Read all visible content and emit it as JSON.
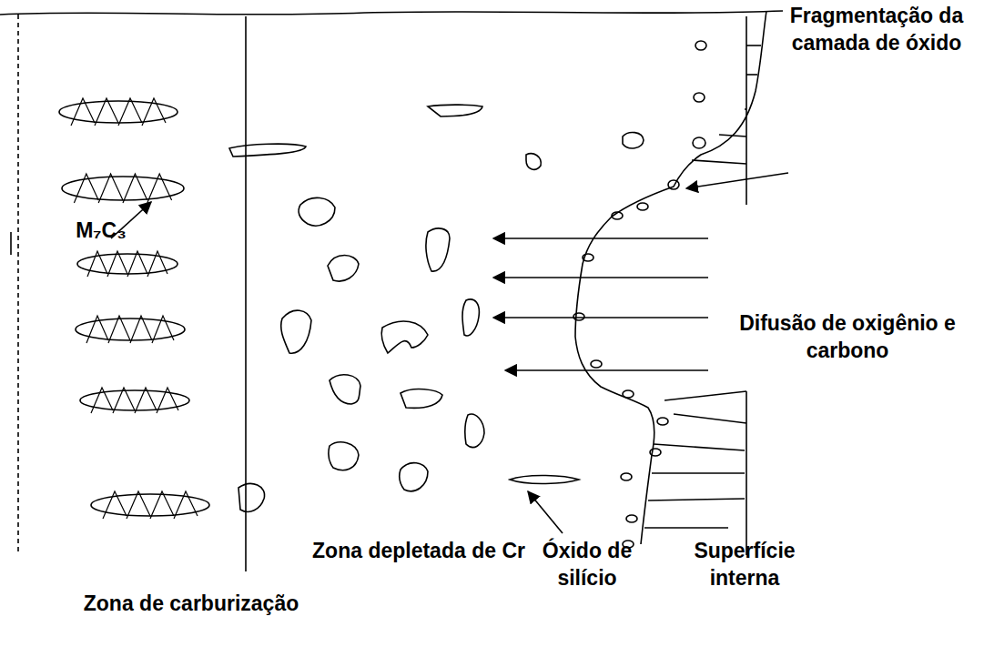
{
  "diagram": {
    "labels": [
      "Fragmentação da camada de óxido",
      "M₇C₃",
      "Difusão de oxigênio e carbono",
      "Zona depletada de Cr",
      "Óxido de silício",
      "Superfície interna",
      "Zona de carburização"
    ]
  }
}
